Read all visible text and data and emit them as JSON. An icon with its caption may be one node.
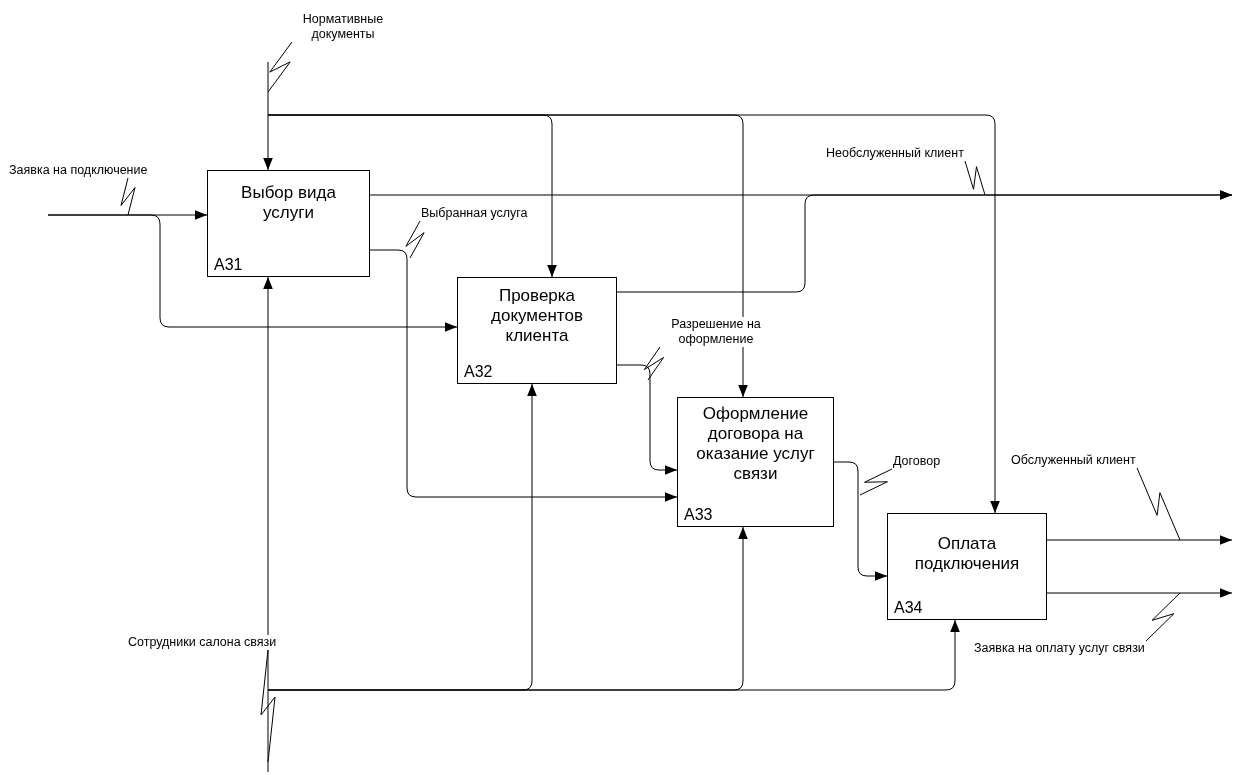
{
  "diagram": {
    "nodes": [
      {
        "text": [
          "Выбор вида услуги",
          "А31"
        ]
      },
      {
        "text": [
          "Проверка документов клиента",
          "А32"
        ]
      },
      {
        "text": [
          "Оформление договора на оказание услуг связи",
          "А33"
        ]
      },
      {
        "text": [
          "Оплата подключения",
          "А34"
        ]
      },
      {
        "text": [
          "Нормативные документы"
        ]
      },
      {
        "text": [
          "Заявка на подключение"
        ]
      },
      {
        "text": [
          "Необслуженный клиент"
        ]
      },
      {
        "text": [
          "Выбранная услуга"
        ]
      },
      {
        "text": [
          "Разрешение на оформление"
        ]
      },
      {
        "text": [
          "Договор"
        ]
      },
      {
        "text": [
          "Обслуженный клиент"
        ]
      },
      {
        "text": [
          "Сотрудники салона связи"
        ]
      },
      {
        "text": [
          "Заявка на оплату услуг связи"
        ]
      }
    ],
    "edges": [
      {
        "from": null,
        "to": 0,
        "arrow": "to"
      },
      {
        "from": null,
        "to": 1,
        "arrow": "to"
      },
      {
        "from": null,
        "to": 0,
        "arrow": "to"
      },
      {
        "from": null,
        "to": 1,
        "arrow": "to"
      },
      {
        "from": null,
        "to": 2,
        "arrow": "to"
      },
      {
        "from": null,
        "to": 3,
        "arrow": "to"
      },
      {
        "from": 0,
        "to": null,
        "arrow": "to"
      },
      {
        "from": 1,
        "to": null,
        "arrow": "to"
      },
      {
        "from": 0,
        "to": 2,
        "arrow": "to"
      },
      {
        "from": 1,
        "to": 2,
        "arrow": "to"
      },
      {
        "from": 2,
        "to": 3,
        "arrow": "to"
      },
      {
        "from": 3,
        "to": null,
        "arrow": "to"
      },
      {
        "from": 3,
        "to": null,
        "arrow": "to"
      },
      {
        "from": null,
        "to": 0,
        "arrow": "to"
      },
      {
        "from": null,
        "to": 1,
        "arrow": "to"
      },
      {
        "from": null,
        "to": 2,
        "arrow": "to"
      },
      {
        "from": null,
        "to": 3,
        "arrow": "to"
      },
      {
        "from": 4,
        "to": null,
        "arrow": "none"
      },
      {
        "from": 5,
        "to": null,
        "arrow": "none"
      },
      {
        "from": 6,
        "to": null,
        "arrow": "none"
      },
      {
        "from": 7,
        "to": null,
        "arrow": "none"
      },
      {
        "from": 8,
        "to": null,
        "arrow": "none"
      },
      {
        "from": 9,
        "to": null,
        "arrow": "none"
      },
      {
        "from": 10,
        "to": null,
        "arrow": "none"
      },
      {
        "from": 11,
        "to": null,
        "arrow": "none"
      },
      {
        "from": 12,
        "to": null,
        "arrow": "none"
      }
    ]
  }
}
